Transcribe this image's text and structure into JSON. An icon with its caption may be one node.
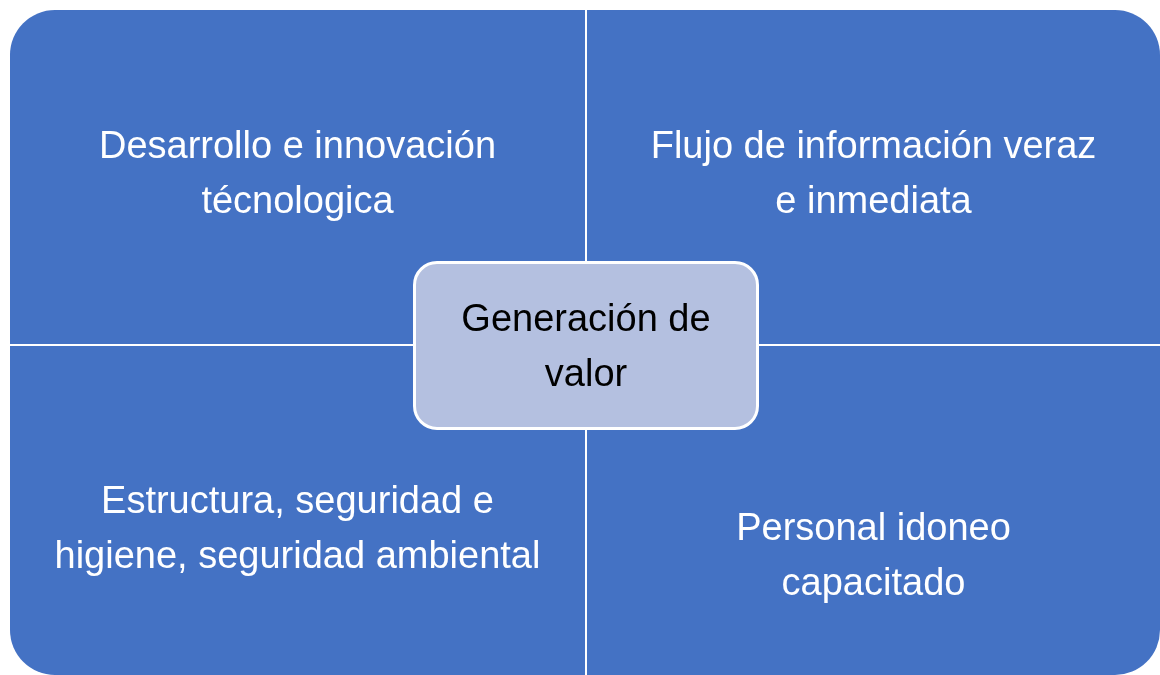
{
  "diagram": {
    "nodes": [
      {
        "text": [
          "Desarrollo e innovación técnologica"
        ]
      },
      {
        "text": [
          "Flujo de información veraz e inmediata"
        ]
      },
      {
        "text": [
          "Estructura, seguridad e higiene, seguridad ambiental"
        ]
      },
      {
        "text": [
          "Personal idoneo capacitado"
        ]
      },
      {
        "text": [
          "Generación de valor"
        ]
      }
    ]
  }
}
